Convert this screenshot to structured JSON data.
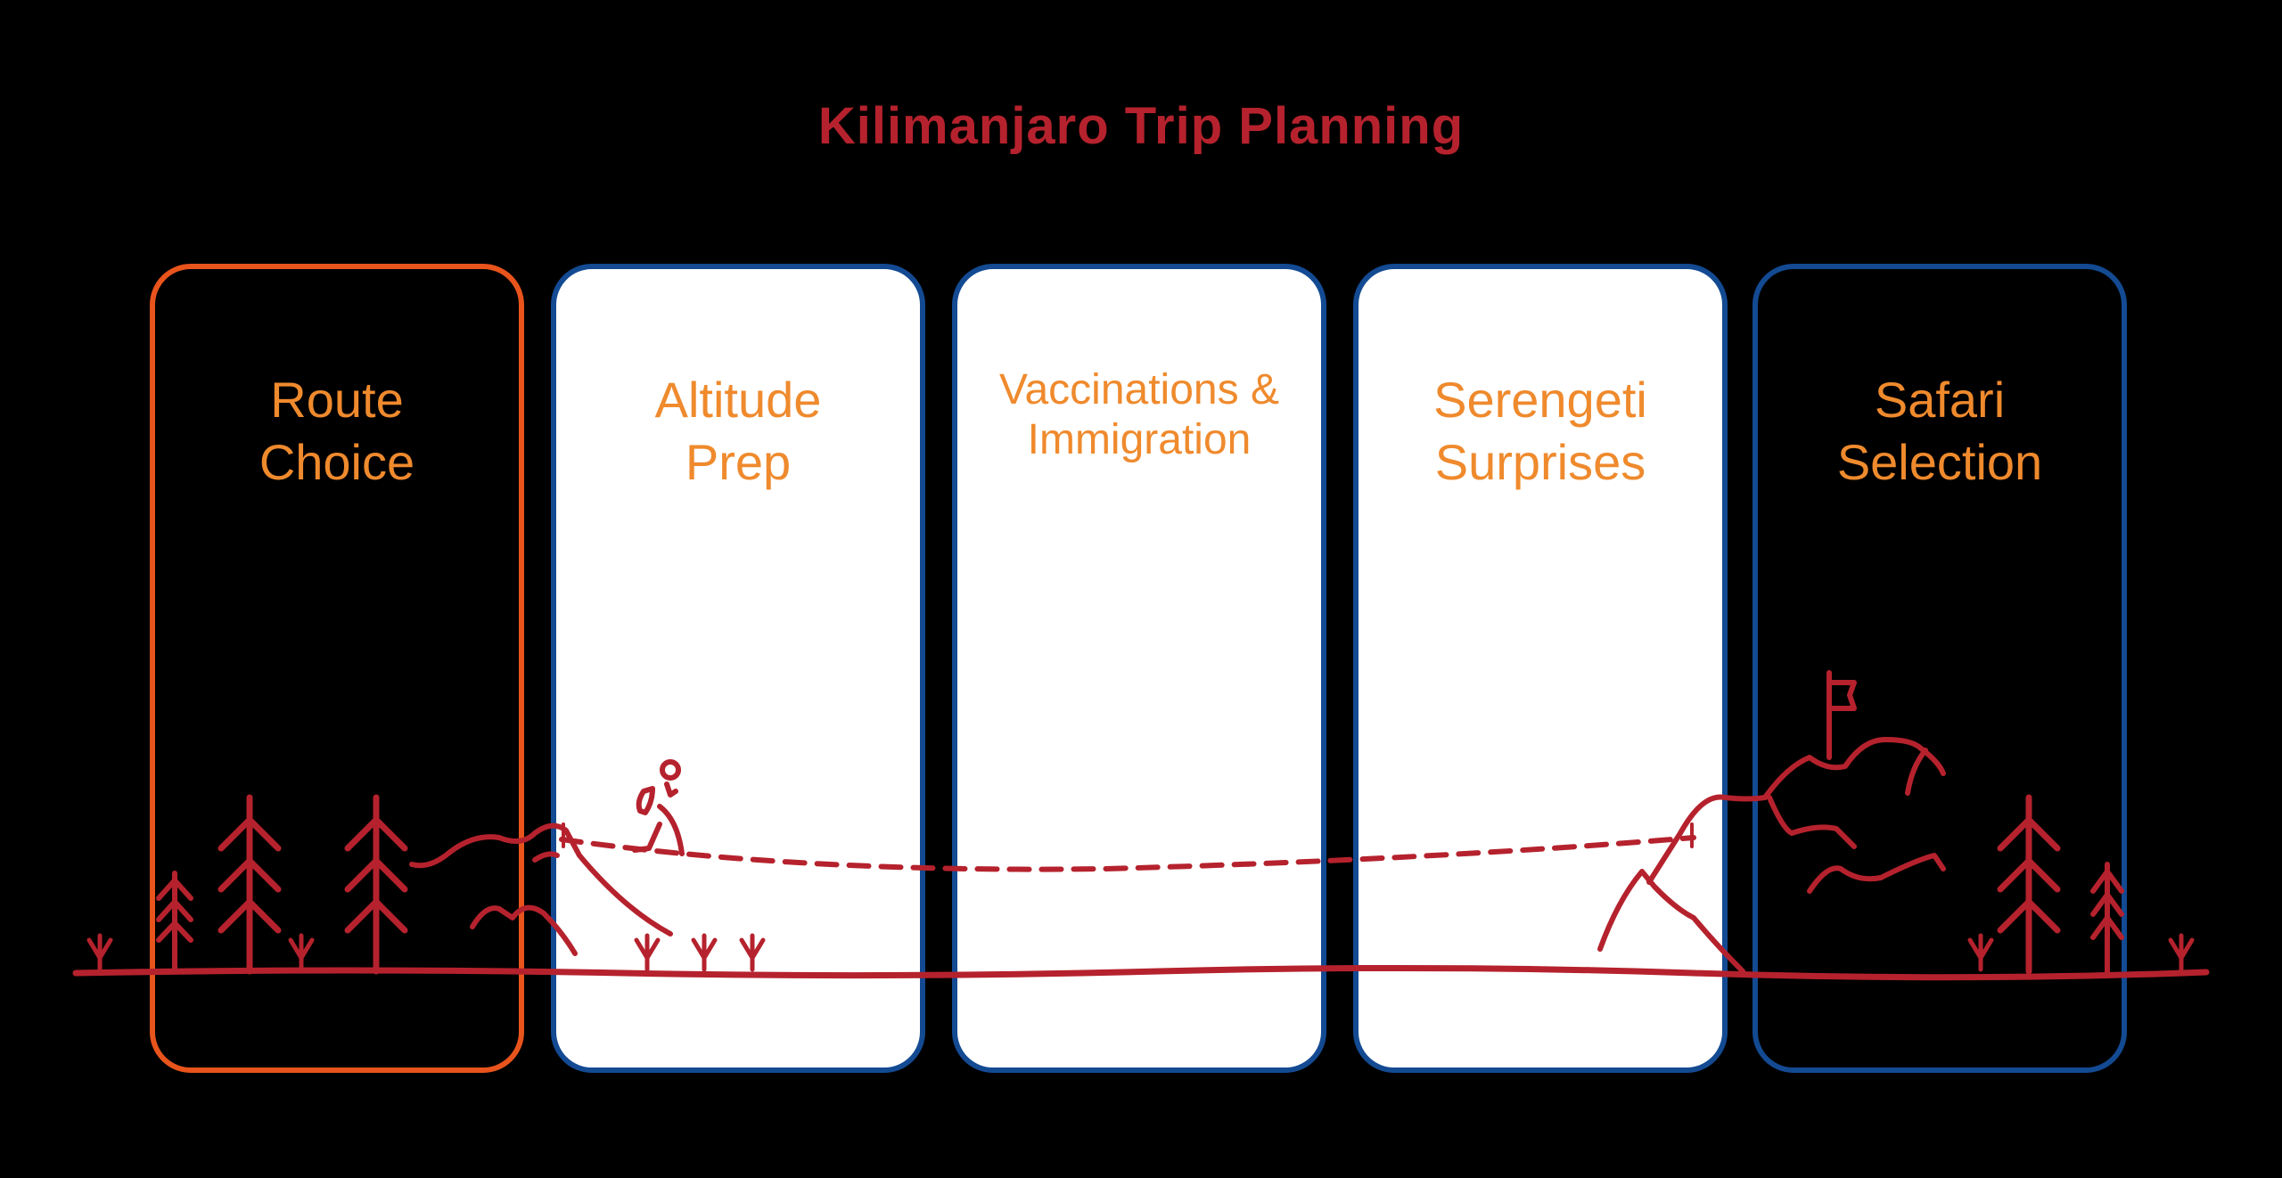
{
  "title": "Kilimanjaro Trip Planning",
  "colors": {
    "background": "#000000",
    "title": "#b5222d",
    "label": "#ef8a2d",
    "orange_border": "#e8541c",
    "blue_border": "#134a92",
    "illustration": "#b5222d",
    "card_fill_light": "#ffffff"
  },
  "cards": [
    {
      "label": "Route Choice",
      "line1": "Route",
      "line2": "Choice",
      "border": "orange",
      "fill": "dark"
    },
    {
      "label": "Altitude Prep",
      "line1": "Altitude",
      "line2": "Prep",
      "border": "blue",
      "fill": "light"
    },
    {
      "label": "Vaccinations & Immigration",
      "line1": "Vaccinations &",
      "line2": "Immigration",
      "border": "blue",
      "fill": "light"
    },
    {
      "label": "Serengeti Surprises",
      "line1": "Serengeti",
      "line2": "Surprises",
      "border": "blue",
      "fill": "light"
    },
    {
      "label": "Safari Selection",
      "line1": "Safari",
      "line2": "Selection",
      "border": "blue",
      "fill": "dark"
    }
  ],
  "illustration": {
    "elements": [
      "pine-trees",
      "grass-tufts",
      "hills",
      "hiker",
      "dashed-trail",
      "mountain",
      "summit-flag",
      "ground-line"
    ]
  }
}
